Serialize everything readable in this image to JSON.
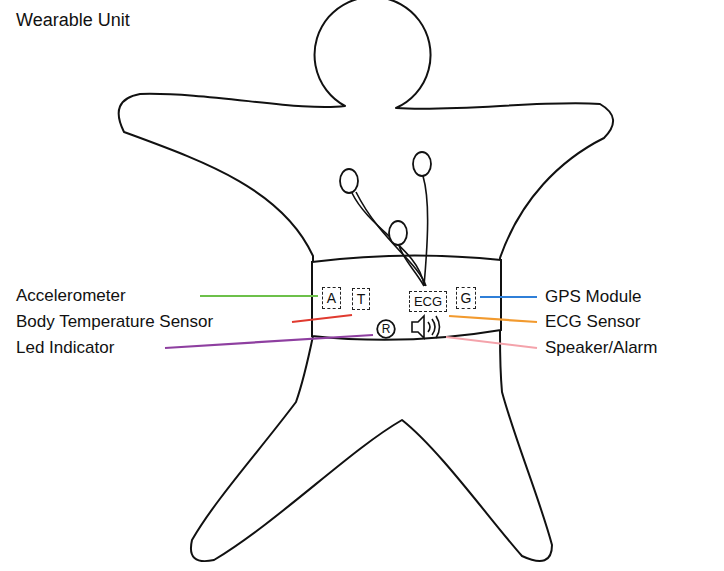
{
  "diagram": {
    "title": "Wearable Unit",
    "nodes": [
      {
        "text": [
          "A"
        ]
      },
      {
        "text": [
          "T"
        ]
      },
      {
        "text": [
          "ECG"
        ]
      },
      {
        "text": [
          "G"
        ]
      },
      {
        "text": [
          "R"
        ]
      }
    ],
    "labels": [
      "Accelerometer",
      "Body Temperature Sensor",
      "Led Indicator",
      "GPS Module",
      "ECG Sensor",
      "Speaker/Alarm"
    ]
  }
}
